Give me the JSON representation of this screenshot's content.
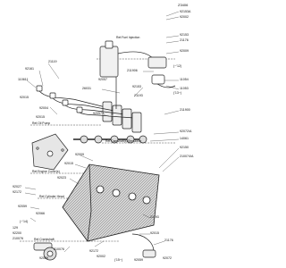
{
  "diagram": {
    "catalog_code": "Z3406",
    "references": {
      "fuel_injection": "Ref.Fuel Injection",
      "oil_pump": "Ref.Oil Pump",
      "camshafts_tensioner": "Ref.Camshaft(s)/Tensioner",
      "engine_covers": "Ref.Engine Cover(s)",
      "cylinder_head": "Ref.Cylinder Head",
      "crankshaft": "Ref.Crankshaft"
    },
    "callouts": {
      "c1": "(~'12)",
      "c2": "('13~)",
      "c3": "(~'14)",
      "c4": "('15~)"
    },
    "part_numbers": {
      "p92153a": "92153A",
      "p92002": "92002",
      "p92153b": "92153",
      "p21176": "21176",
      "p92009": "92009",
      "p21119": "21119",
      "p92161": "92161",
      "p110611": "110611",
      "p211906": "211906",
      "p92057a": "92057",
      "p26031": "26031",
      "p92153c": "92153",
      "p92015a": "92015",
      "p11054": "11054",
      "p21193a": "21193",
      "p11053": "11053",
      "p92004": "92004",
      "p211900": "211900",
      "p92057b": "92057",
      "p92015b": "92015",
      "p92072a": "92072/A",
      "p14061": "14061",
      "p92150": "92150",
      "p210074": "210074/A",
      "p92009b": "92009",
      "p92015c": "92015",
      "p92023": "92023",
      "p92027": "92027",
      "p92172a": "92172",
      "p92059": "92059",
      "p92066": "92066",
      "p129": "129",
      "p92200": "92200",
      "p210076a": "210076",
      "p21193b": "21193",
      "p92015d": "92015",
      "p210076b": "210076",
      "p92009c": "92009",
      "p92172b": "92172",
      "p92002b": "92002",
      "p21176b": "21176",
      "p92072b": "92072",
      "p92059b": "92059"
    }
  }
}
